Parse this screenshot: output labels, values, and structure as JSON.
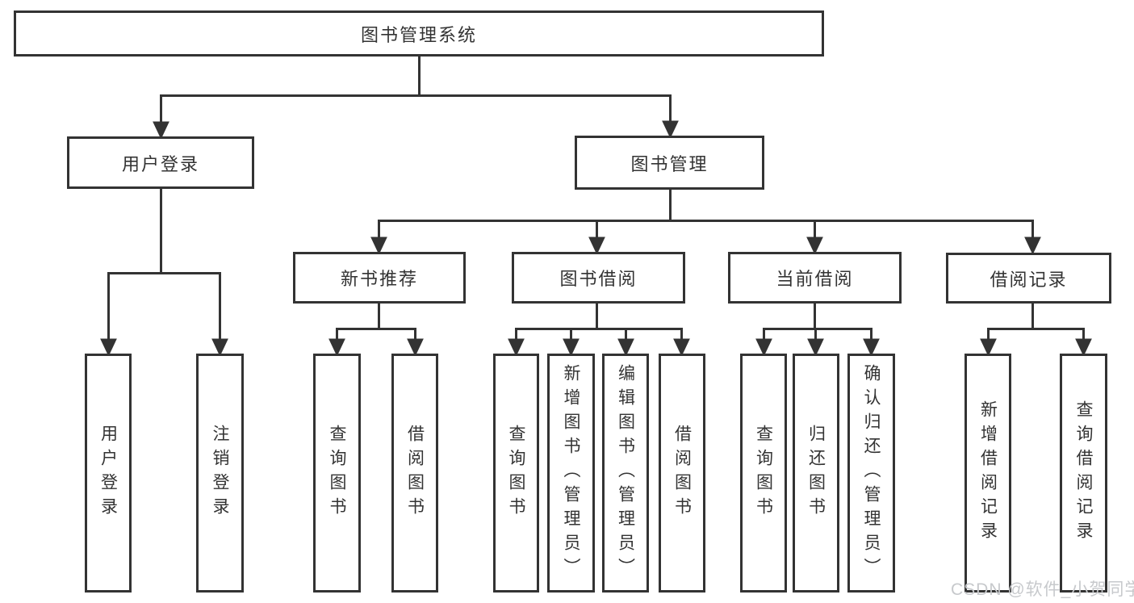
{
  "diagram": {
    "root": {
      "label": "图书管理系统"
    },
    "branches": [
      {
        "label": "用户登录",
        "children": [
          {
            "label": "用户登录"
          },
          {
            "label": "注销登录"
          }
        ]
      },
      {
        "label": "图书管理",
        "sections": [
          {
            "label": "新书推荐",
            "children": [
              {
                "label": "查询图书"
              },
              {
                "label": "借阅图书"
              }
            ]
          },
          {
            "label": "图书借阅",
            "children": [
              {
                "label": "查询图书"
              },
              {
                "label": "新增图书（管理员）"
              },
              {
                "label": "编辑图书（管理员）"
              },
              {
                "label": "借阅图书"
              }
            ]
          },
          {
            "label": "当前借阅",
            "children": [
              {
                "label": "查询图书"
              },
              {
                "label": "归还图书"
              },
              {
                "label": "确认归还（管理员）"
              }
            ]
          },
          {
            "label": "借阅记录",
            "children": [
              {
                "label": "新增借阅记录"
              },
              {
                "label": "查询借阅记录"
              }
            ]
          }
        ]
      }
    ]
  },
  "watermark": {
    "text": "CSDN @软件_小贺同学"
  },
  "colors": {
    "line": "#333333",
    "text": "#333333",
    "background": "#ffffff",
    "watermark": "#c7c9cc"
  }
}
